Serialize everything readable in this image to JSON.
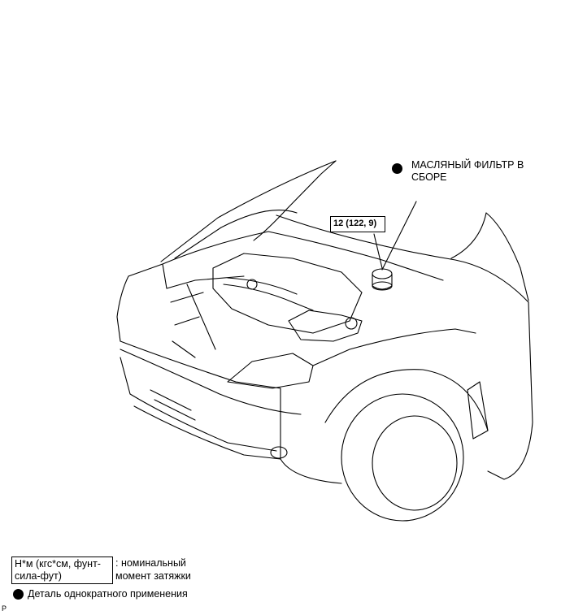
{
  "callouts": {
    "part_name_line1": "МАСЛЯНЫЙ ФИЛЬТР В",
    "part_name_line2": "СБОРЕ",
    "torque_value": "12 (122, 9)"
  },
  "legend": {
    "torque_unit_line1": "Н*м (кгс*см, фунт-",
    "torque_unit_line2": "сила-фут)",
    "torque_desc_line1": ": номинальный",
    "torque_desc_line2": "момент затяжки",
    "single_use_part": "Деталь однократного применения"
  },
  "corner_mark": "P"
}
